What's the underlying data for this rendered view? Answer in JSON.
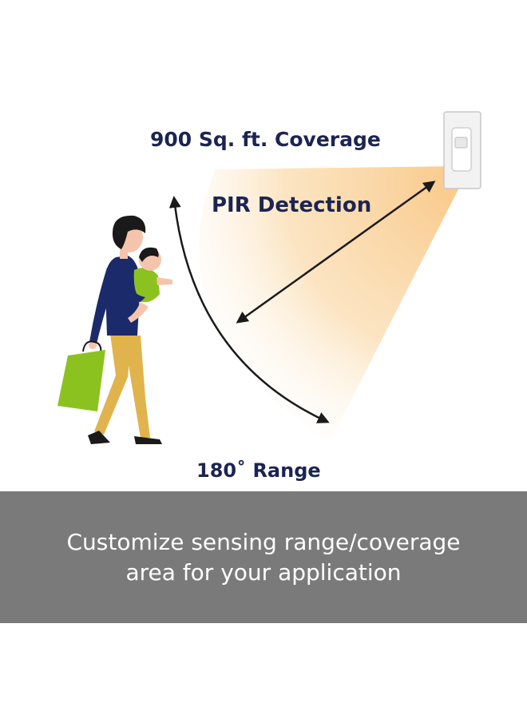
{
  "labels": {
    "coverage": "900 Sq. ft. Coverage",
    "detection": "PIR Detection",
    "range": "180˚ Range"
  },
  "banner": {
    "line1": "Customize sensing range/coverage",
    "line2": "area for your application"
  },
  "colors": {
    "label_text": "#1c2452",
    "banner_bg": "#7a7a7a",
    "banner_text": "#ffffff",
    "beam": "#f9c98a",
    "shopping_bag": "#8cc21f",
    "baby_shirt": "#8cc21f",
    "sweater": "#1b2a6b",
    "pants": "#e1b34c",
    "hair": "#1a1a1a",
    "skin": "#f4c5ac",
    "arrow": "#1a1a1a"
  },
  "icons": {
    "sensor": "motion-sensor-switch",
    "person": "woman-carrying-baby",
    "bag": "shopping-bag"
  }
}
